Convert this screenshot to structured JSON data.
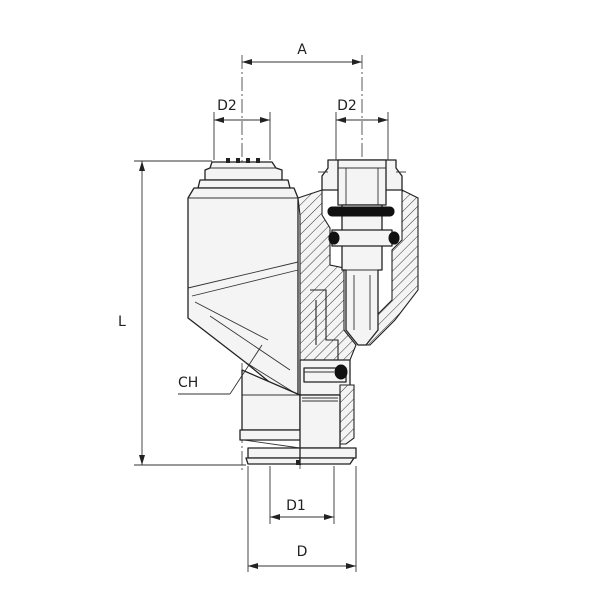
{
  "diagram": {
    "labels": {
      "a": "A",
      "d2_left": "D2",
      "d2_right": "D2",
      "l": "L",
      "ch": "CH",
      "d1": "D1",
      "d": "D"
    }
  }
}
